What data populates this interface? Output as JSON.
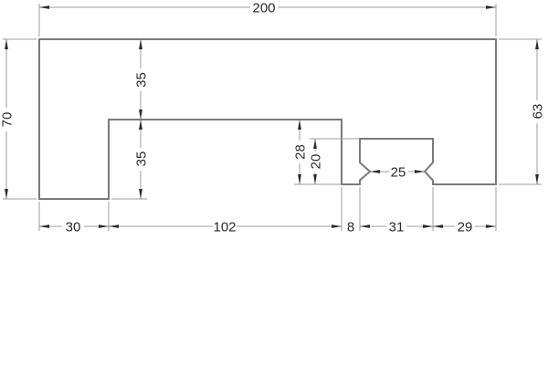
{
  "drawing": {
    "type": "technical-drawing-2d-profile",
    "colors": {
      "background": "#ffffff",
      "part_outline": "#7a7a7a",
      "dimension_lines": "#9c9c9c",
      "text_and_arrows": "#2b2b2b"
    },
    "dimensions": {
      "overall_width": "200",
      "left_height": "70",
      "right_height": "63",
      "upper_step_height": "35",
      "lower_step_height": "35",
      "step_to_base": "28",
      "slot_depth": "20",
      "slot_neck_width": "25",
      "base_left": "30",
      "base_middle": "102",
      "base_gap": "8",
      "slot_width": "31",
      "base_right": "29"
    }
  }
}
